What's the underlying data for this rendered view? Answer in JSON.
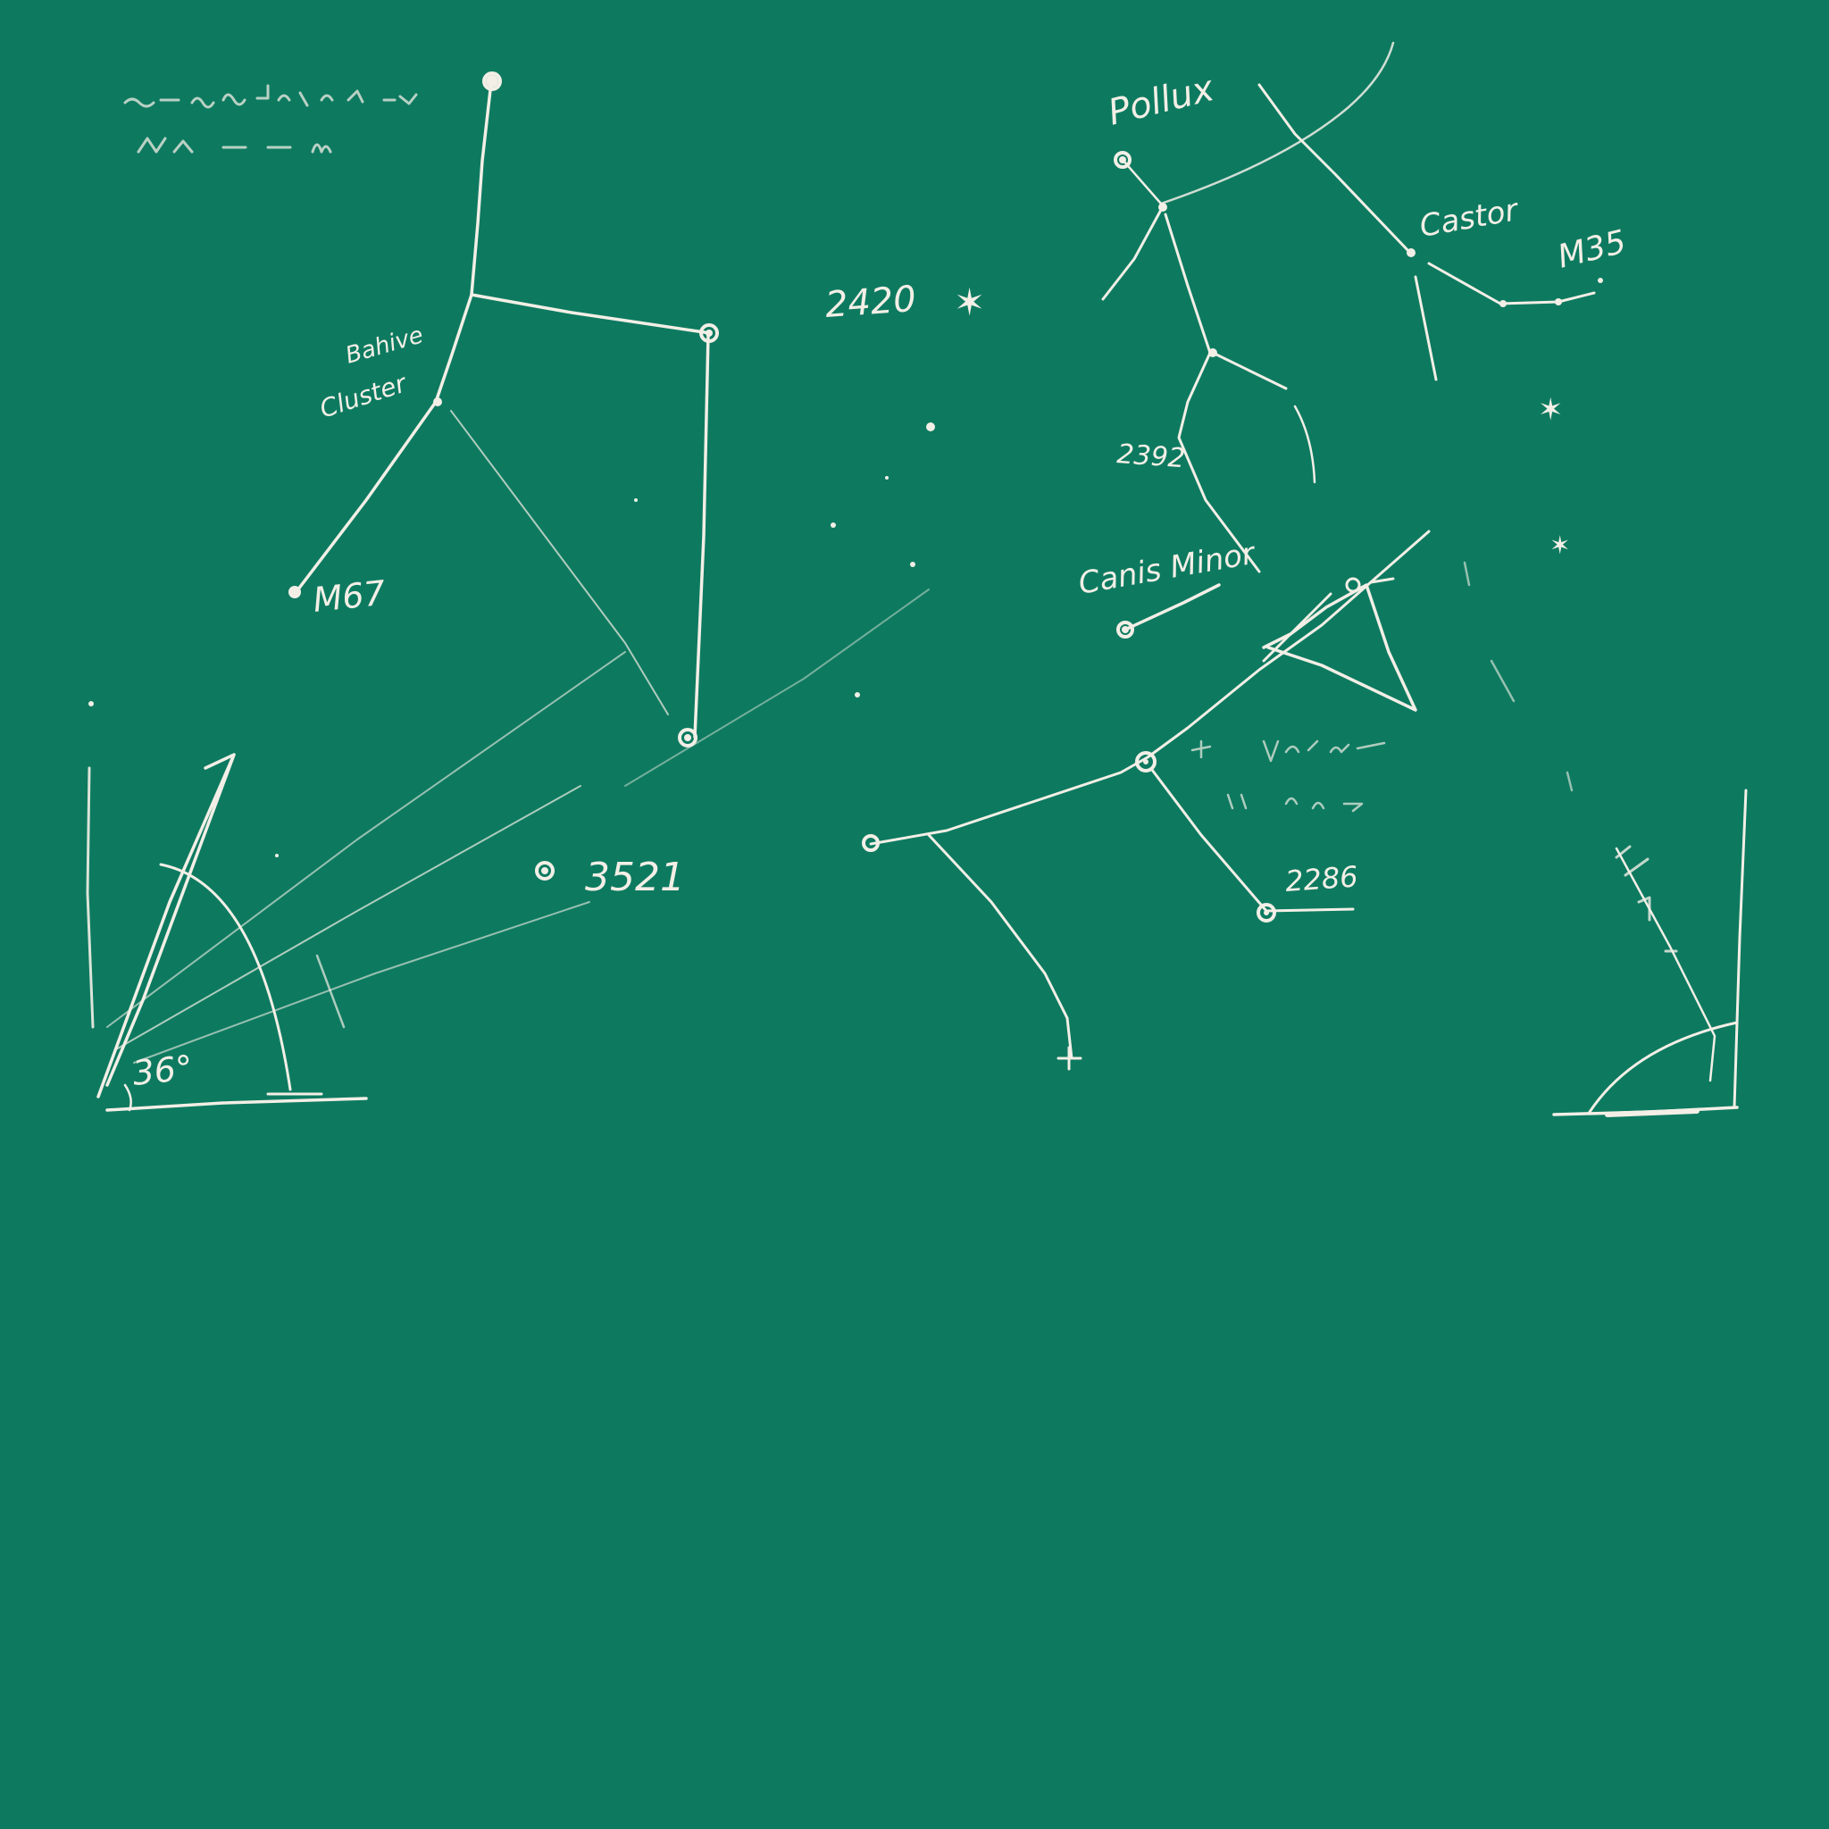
{
  "board": {
    "background_color": "#0d7a60",
    "chalk_color": "#f3efe6"
  },
  "labels": {
    "beehive_cluster_line1": "Bahive",
    "beehive_cluster_line2": "Cluster",
    "m67": "M67",
    "star_2420": "2420",
    "star_3521": "3521",
    "pollux": "Pollux",
    "castor": "Castor",
    "m35": "M35",
    "star_2392": "2392",
    "canis_minor": "Canis Minor",
    "star_2286": "2286",
    "angle_value": "36°"
  }
}
